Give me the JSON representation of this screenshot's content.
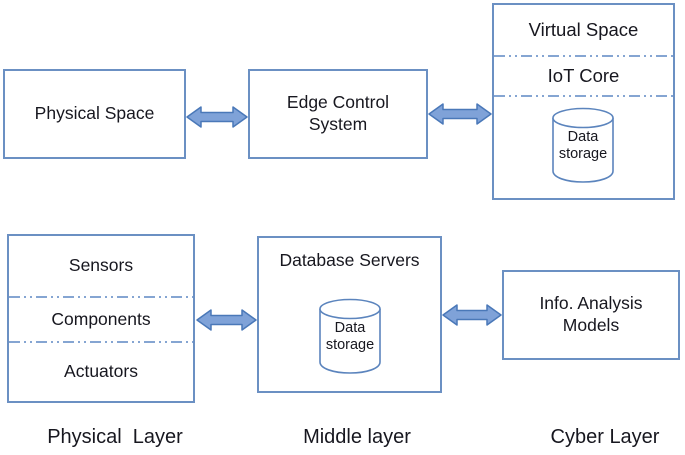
{
  "boxes": {
    "physical_space": {
      "label": "Physical Space"
    },
    "edge_control": {
      "line1": "Edge Control",
      "line2": "System"
    },
    "virtual_space": {
      "title": "Virtual Space",
      "iot": "IoT Core",
      "cylinder_line1": "Data",
      "cylinder_line2": "storage"
    },
    "device": {
      "sections": [
        "Sensors",
        "Components",
        "Actuators"
      ]
    },
    "database": {
      "title": "Database Servers",
      "cylinder_line1": "Data",
      "cylinder_line2": "storage"
    },
    "info": {
      "line1": "Info. Analysis",
      "line2": "Models"
    }
  },
  "layer_labels": {
    "physical": "Physical  Layer",
    "middle": "Middle layer",
    "cyber": "Cyber Layer"
  },
  "icons": {
    "arrow": "double-arrow-icon",
    "cylinder": "database-cylinder-icon"
  },
  "colors": {
    "border": "#6b90c3",
    "arrow_fill": "#7fa2d8",
    "arrow_stroke": "#4a78b8",
    "divider": "#85a5d2",
    "text": "#17171f",
    "cylinder_stroke": "#5b84bd"
  }
}
